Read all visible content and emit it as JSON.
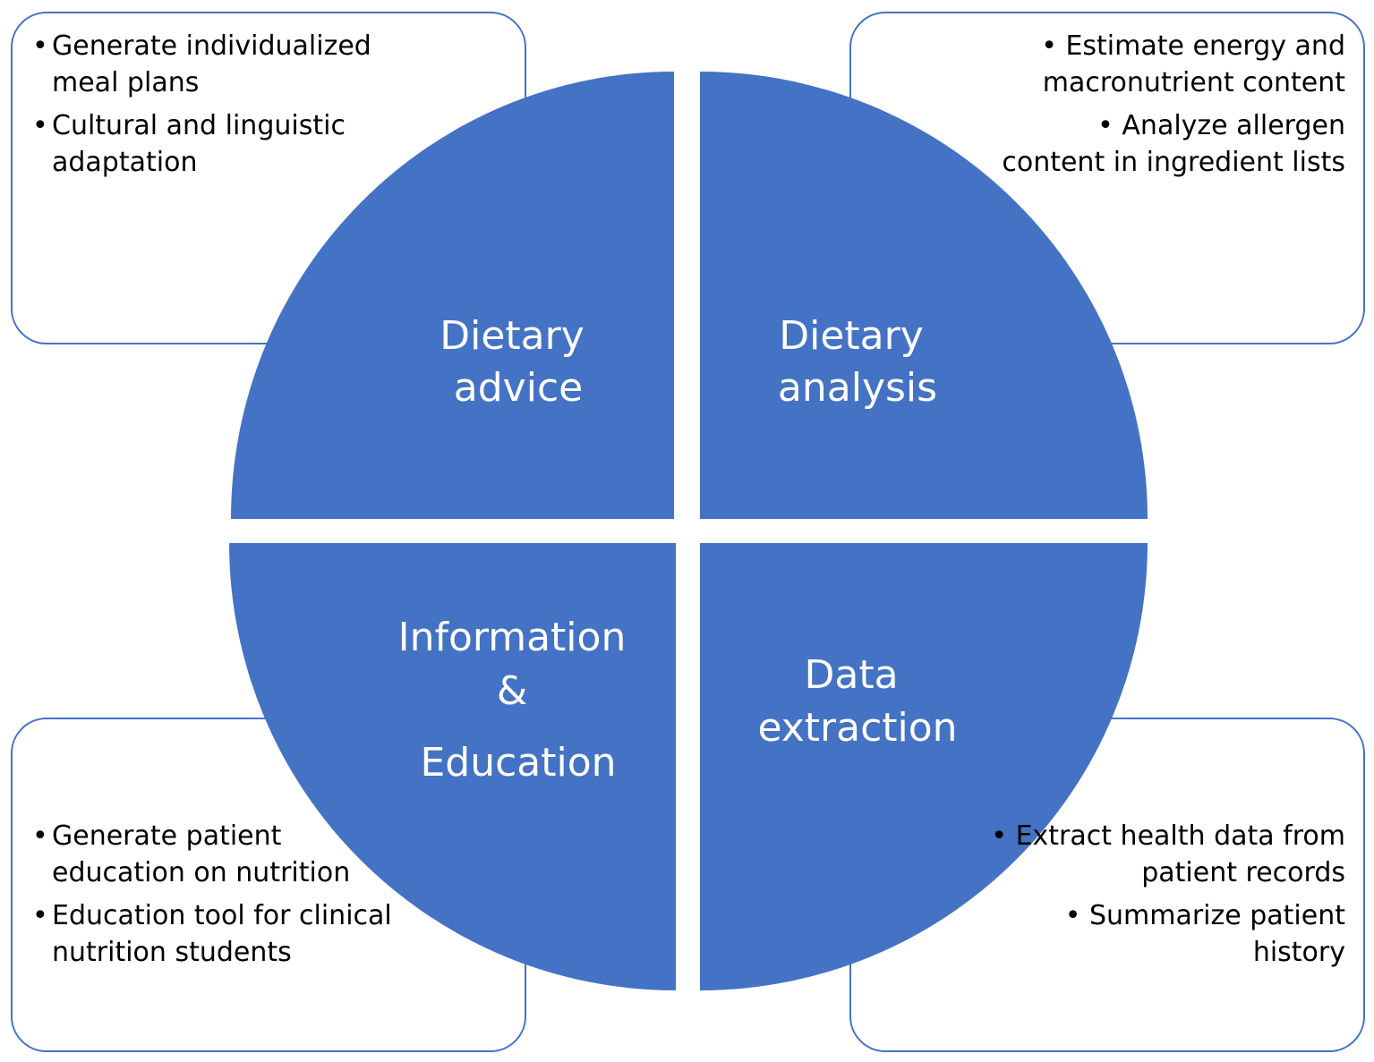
{
  "colors": {
    "quadrant_fill": "#4472C4",
    "box_border": "#4472C4",
    "label_text": "#ffffff",
    "bullet_text": "#000000"
  },
  "quadrants": {
    "top_left": {
      "label_lines": [
        "Dietary",
        "advice"
      ]
    },
    "top_right": {
      "label_lines": [
        "Dietary",
        "analysis"
      ]
    },
    "bottom_left": {
      "label_lines": [
        "Information",
        "&",
        "Education"
      ]
    },
    "bottom_right": {
      "label_lines": [
        "Data",
        "extraction"
      ]
    }
  },
  "boxes": {
    "top_left": {
      "bullets": [
        "Generate individualized meal plans",
        "Cultural and linguistic adaptation"
      ]
    },
    "top_right": {
      "bullets": [
        "Estimate energy and macronutrient content",
        "Analyze allergen content in ingredient lists"
      ]
    },
    "bottom_left": {
      "bullets": [
        "Generate patient education on nutrition",
        "Education tool for clinical nutrition students"
      ]
    },
    "bottom_right": {
      "bullets": [
        "Extract health data from patient records",
        "Summarize patient history"
      ]
    }
  }
}
